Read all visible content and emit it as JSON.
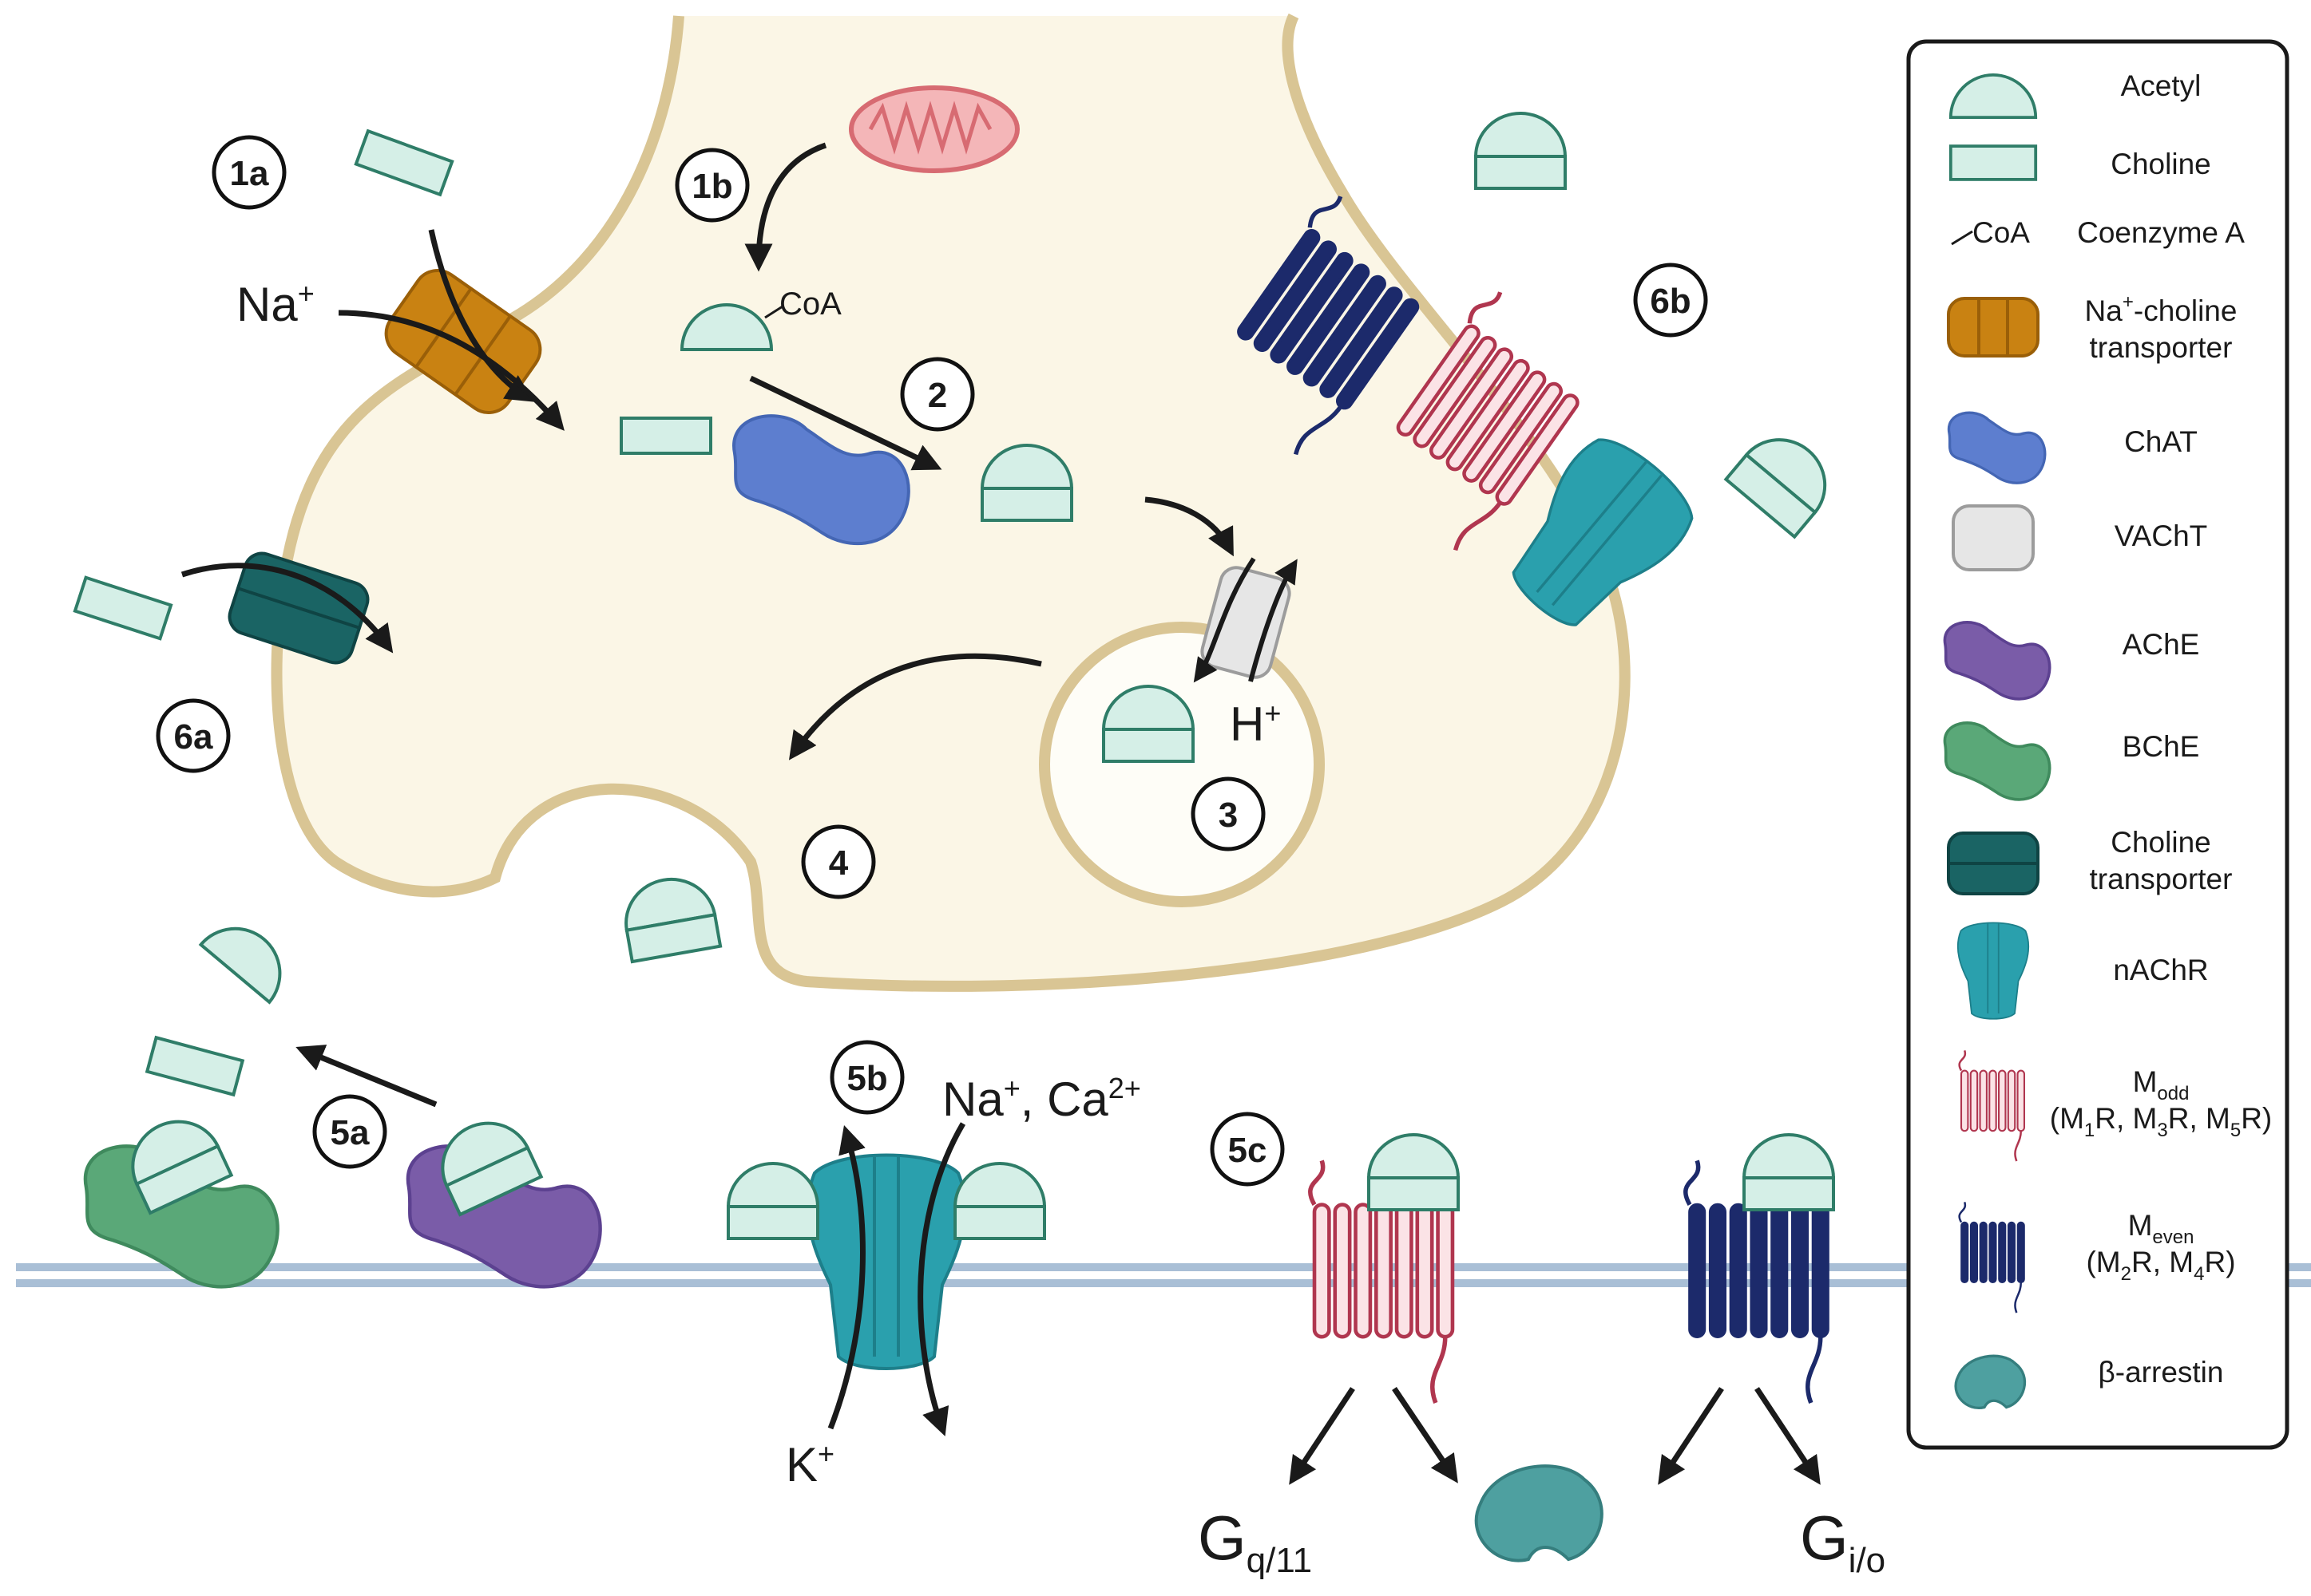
{
  "steps": {
    "s1a": "1a",
    "s1b": "1b",
    "s2": "2",
    "s3": "3",
    "s4": "4",
    "s5a": "5a",
    "s5b": "5b",
    "s5c": "5c",
    "s6a": "6a",
    "s6b": "6b"
  },
  "ions": {
    "na_main": "Na",
    "na_main_sup": "+",
    "coa": "CoA",
    "h": "H",
    "h_sup": "+",
    "na": "Na",
    "na_sup": "+",
    "sep": ", Ca",
    "ca_sup": "2+",
    "k": "K",
    "k_sup": "+",
    "gq": "G",
    "gq_sub": "q/11",
    "gi": "G",
    "gi_sub": "i/o"
  },
  "legend": {
    "items": [
      {
        "icon": "acetyl-icon",
        "label": "Acetyl"
      },
      {
        "icon": "choline-icon",
        "label": "Choline"
      },
      {
        "icon": "coenzyme-a-icon",
        "icon_text": "CoA",
        "label": "Coenzyme A"
      },
      {
        "icon": "na-choline-transporter-icon",
        "label_pre": "Na",
        "label_sup": "+",
        "label_post": "-choline",
        "label2": "transporter"
      },
      {
        "icon": "chat-icon",
        "label": "ChAT"
      },
      {
        "icon": "vacht-icon",
        "label": "VAChT"
      },
      {
        "icon": "ache-icon",
        "label": "AChE"
      },
      {
        "icon": "bche-icon",
        "label": "BChE"
      },
      {
        "icon": "choline-transporter-icon",
        "label": "Choline",
        "label2": "transporter"
      },
      {
        "icon": "nachr-icon",
        "label": "nAChR"
      },
      {
        "icon": "m-odd-receptor-icon",
        "label_main": "M",
        "label_sub": "odd",
        "l2a": "(M",
        "l2b": "1",
        "l2c": "R, M",
        "l2d": "3",
        "l2e": "R, M",
        "l2f": "5",
        "l2g": "R)"
      },
      {
        "icon": "m-even-receptor-icon",
        "label_main": "M",
        "label_sub": "even",
        "l2a": "(M",
        "l2b": "2",
        "l2c": "R, M",
        "l2d": "4",
        "l2e": "R)"
      },
      {
        "icon": "beta-arrestin-icon",
        "label": "β-arrestin"
      }
    ]
  },
  "colors": {
    "neuron_fill": "#fbf6e6",
    "neuron_stroke": "#d9c594",
    "acetyl_fill": "#d5efe7",
    "acetyl_stroke": "#2f7d68",
    "na_transporter": "#c98212",
    "chat": "#5d7ecf",
    "vacht": "#e6e6e6",
    "ache": "#7a5ca8",
    "bche": "#5aa878",
    "choline_transporter": "#1a6464",
    "nachr": "#2aa0ad",
    "m_odd": "#b0364f",
    "m_even": "#1c2a6b",
    "arrestin": "#4ea0a0",
    "mitochondrion": "#e88a8f",
    "membrane": "#a9bfd6"
  }
}
